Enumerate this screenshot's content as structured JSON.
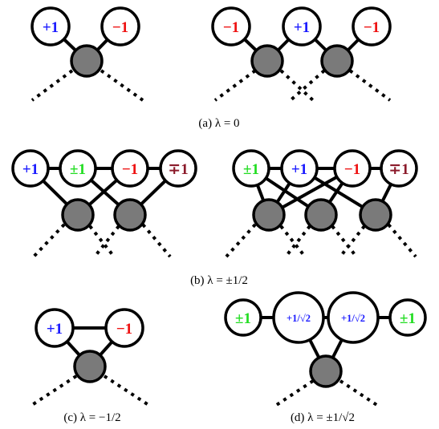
{
  "colors": {
    "blue": "#1a1aff",
    "red": "#ee1111",
    "green": "#22dd22",
    "maroon": "#8b1a2a",
    "gray_node": "#7a7a7a"
  },
  "captions": {
    "a": "(a) λ = 0",
    "b": "(b) λ = ±1/2",
    "c": "(c) λ = −1/2",
    "d": "(d) λ = ±1/√2"
  },
  "nodes": {
    "a1": [
      "+1",
      "−1"
    ],
    "a2": [
      "−1",
      "+1",
      "−1"
    ],
    "b1": [
      "+1",
      "±1",
      "−1",
      "∓1"
    ],
    "b2": [
      "±1",
      "+1",
      "−1",
      "∓1"
    ],
    "c": [
      "+1",
      "−1"
    ],
    "d": [
      "±1",
      "+1/√2",
      "+1/√2",
      "±1"
    ]
  }
}
